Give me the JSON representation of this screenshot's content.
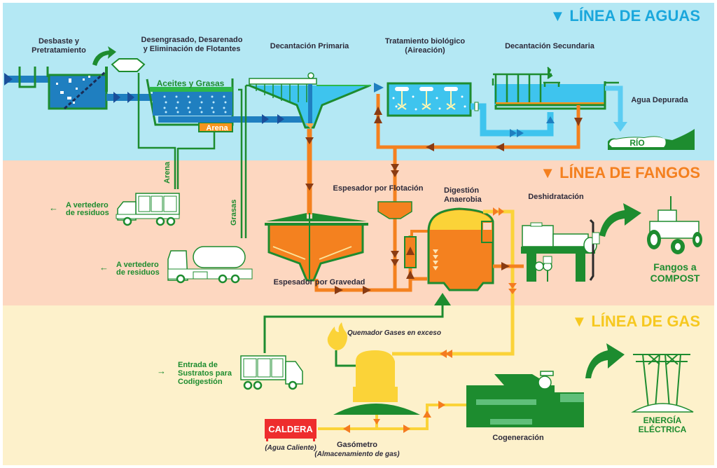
{
  "colors": {
    "water_band": "#b4e8f4",
    "sludge_band": "#fdd7c0",
    "gas_band": "#fdf1cb",
    "green": "#1d8c2f",
    "water_dark": "#1f7fc0",
    "water_light": "#3ec4ee",
    "sludge": "#f4811f",
    "sludge_arrow": "#8a3b12",
    "gas": "#fbd338",
    "gas_arrow": "#f47b20",
    "caldera": "#ee2d2d",
    "section_water": "#1aa7dc",
    "section_sludge": "#f4801f",
    "section_gas": "#f6c81f",
    "dark_text": "#2d2a3a"
  },
  "sections": {
    "water": {
      "marker": "▼",
      "title": "LÍNEA DE AGUAS"
    },
    "sludge": {
      "marker": "▼",
      "title": "LÍNEA DE FANGOS"
    },
    "gas": {
      "marker": "▼",
      "title": "LÍNEA DE GAS"
    }
  },
  "water_line": {
    "stage1": {
      "line1": "Desbaste y",
      "line2": "Pretratamiento"
    },
    "stage2": {
      "line1": "Desengrasado, Desarenado",
      "line2": "y Eliminación de Flotantes",
      "oils_label": "Aceites y Grasas",
      "sand_label": "Arena"
    },
    "stage3": {
      "line1": "Decantación Primaria"
    },
    "stage4": {
      "line1": "Tratamiento biológico",
      "line2": "(Aireación)"
    },
    "stage5": {
      "line1": "Decantación Secundaria"
    },
    "output": {
      "label": "Agua Depurada",
      "river": "RÍO"
    }
  },
  "sludge_line": {
    "pipe_sand": "Arena",
    "pipe_grease": "Grasas",
    "truck1": {
      "line1": "A vertedero",
      "line2": "de residuos",
      "arrow": "←"
    },
    "truck2": {
      "line1": "A vertedero",
      "line2": "de residuos",
      "arrow": "←"
    },
    "flotation": "Espesador por Flotación",
    "gravity": "Espesador por Gravedad",
    "digestion": {
      "line1": "Digestión",
      "line2": "Anaerobia"
    },
    "dehydration": "Deshidratación",
    "compost": {
      "line1": "Fangos a",
      "line2": "COMPOST"
    }
  },
  "gas_line": {
    "substrates": {
      "line1": "Entrada de",
      "line2": "Sustratos para",
      "line3": "Codigestión",
      "arrow": "→"
    },
    "burner": "Quemador Gases en exceso",
    "caldera": {
      "label": "CALDERA",
      "caption": "(Agua Caliente)"
    },
    "gasometer": {
      "line1": "Gasómetro",
      "line2": "(Almacenamiento de gas)"
    },
    "cogeneration": "Cogeneración",
    "energy": {
      "line1": "ENERGÍA",
      "line2": "ELÉCTRICA"
    }
  }
}
